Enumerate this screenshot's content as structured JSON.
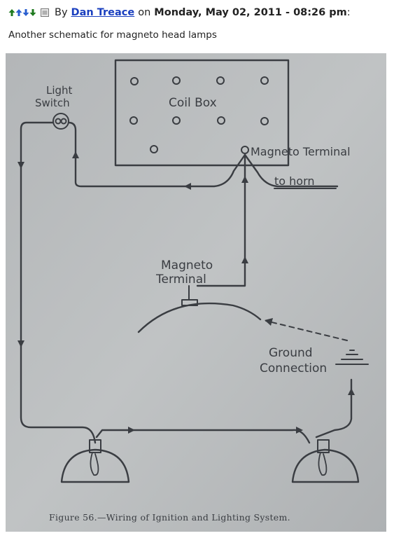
{
  "post": {
    "by_label": "By",
    "author": "Dan Treace",
    "on_label": "on",
    "date": "Monday, May 02, 2011 - 08:26 pm",
    "colon": ":",
    "message": "Another schematic for magneto head lamps"
  },
  "icons": {
    "vote": [
      "arrow-up-icon",
      "arrow-up-icon",
      "arrow-down-icon",
      "arrow-down-icon"
    ],
    "message": "message-icon"
  },
  "colors": {
    "link": "#1a3fbf",
    "vote_icon": "#1f7a1f",
    "photo_bg": "#b9bcbd",
    "ink": "#3a3d42"
  },
  "figure": {
    "light_switch_line1": "Light",
    "light_switch_line2": "Switch",
    "coil_box": "Coil Box",
    "magneto_terminal_right": "Magneto Terminal",
    "to_horn": "to horn",
    "magneto_line1": "Magneto",
    "magneto_line2": "Terminal",
    "ground_line1": "Ground",
    "ground_line2": "Connection",
    "caption": "Figure 56.—Wiring of Ignition and Lighting System."
  }
}
